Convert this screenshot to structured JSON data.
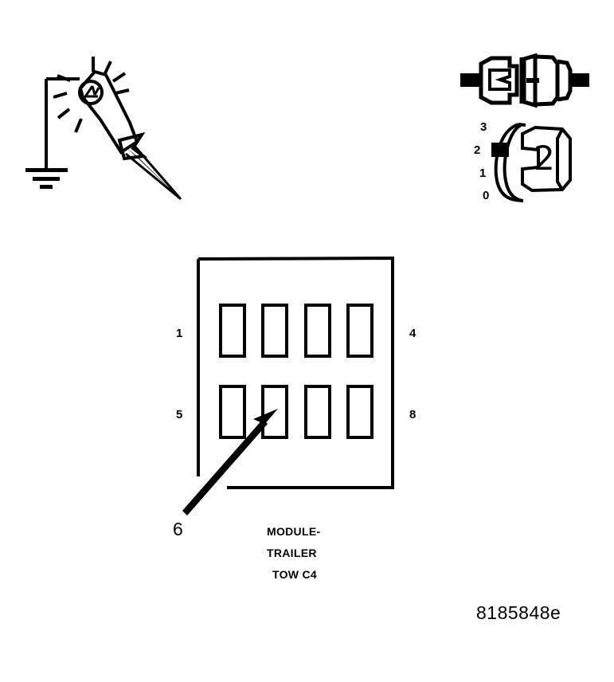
{
  "figure": {
    "drawing_number": "8185848e",
    "background_color": "#ffffff",
    "line_color": "#000000"
  },
  "test_light": {
    "icon_name": "test-light-probe",
    "bulb_icon": "lamp-filament-icon",
    "ground_icon": "chassis-ground-icon",
    "rays_icon": "light-rays-icon"
  },
  "connector_pair": {
    "icon_name": "disconnected-connector-icon",
    "male_half_label": "",
    "female_half_label": ""
  },
  "dial": {
    "icon_name": "connector-lock-dial-icon",
    "scale": [
      "3",
      "2",
      "1",
      "0"
    ],
    "selected": "2",
    "body_number": "2"
  },
  "module": {
    "name": "module-trailer-tow-c4",
    "caption_lines": [
      "MODULE-",
      "TRAILER",
      "TOW C4"
    ],
    "pin_labels": {
      "top_left": "1",
      "top_right": "4",
      "bottom_left": "5",
      "bottom_right": "8"
    },
    "cavity_count": 8,
    "cavity_rows": 2,
    "cavity_cols": 4
  },
  "callout": {
    "label": "6",
    "target": "cavity-6",
    "arrow_icon": "callout-arrow-icon"
  }
}
